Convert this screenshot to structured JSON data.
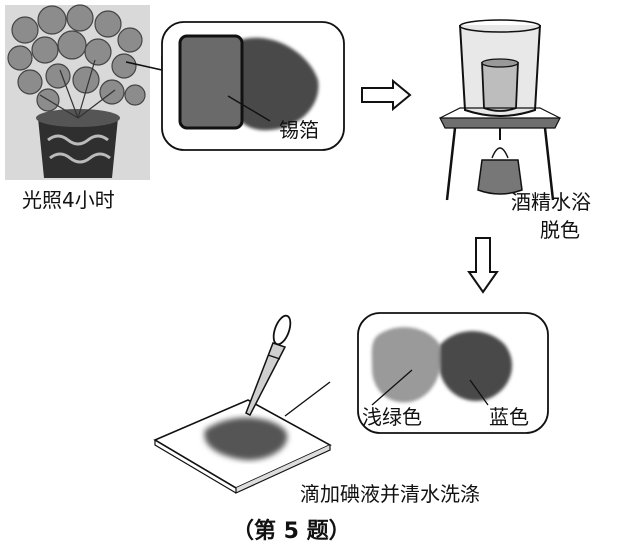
{
  "labels": {
    "foil": "锡箔",
    "light": "光照4小时",
    "bath_line1": "酒精水浴",
    "bath_line2": "脱色",
    "light_green": "浅绿色",
    "blue": "蓝色",
    "iodine": "滴加碘液并清水洗涤",
    "caption": "（第 5 题）"
  },
  "colors": {
    "ink": "#111111",
    "leaf_dark": "#3a3a3a",
    "leaf_mid": "#7a7a7a",
    "leaf_light": "#a8a8a8",
    "foil_fill": "#6a6a6a"
  },
  "icons": [
    "plant-icon",
    "leaf-with-foil-icon",
    "water-bath-icon",
    "dropper-icon",
    "stained-leaf-icon",
    "arrow-right-icon",
    "arrow-down-icon"
  ]
}
